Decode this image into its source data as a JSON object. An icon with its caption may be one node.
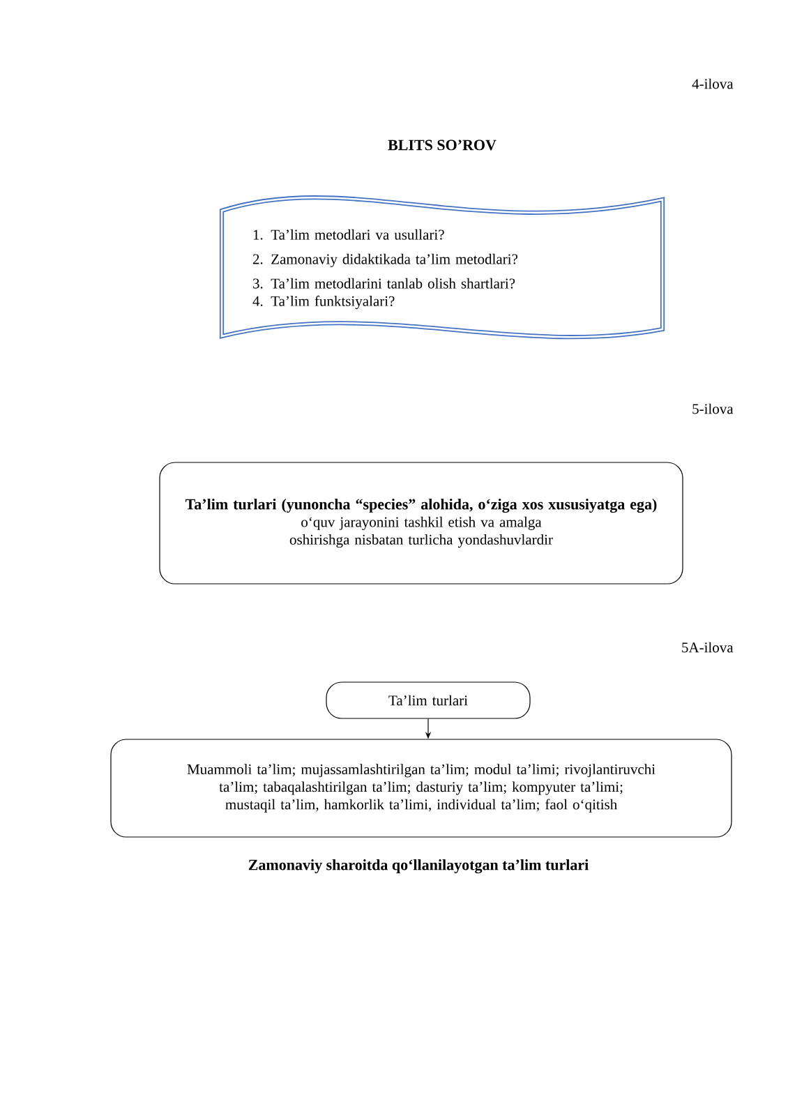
{
  "diagram": {
    "title": "BLITS SO’ROV",
    "caption": "Zamonaviy sharoitda qo‘llanilayotgan ta’lim turlari",
    "nodes": [
      {
        "text": [
          "1. Ta’lim metodlari va usullari?",
          "2. Zamonaviy didaktikada ta’lim metodlari?",
          "3. Ta’lim metodlarini tanlab olish shartlari?",
          "4. Ta’lim funktsiyalari?"
        ]
      },
      {
        "text": [
          "Ta’lim turlari (yunoncha “species” alohida, o‘ziga xos xususiyatga ega)",
          "o‘quv jarayonini tashkil etish va amalga oshirishga nisbatan turlicha yondashuvlardir"
        ]
      },
      {
        "text": [
          "Ta’lim turlari"
        ]
      },
      {
        "text": [
          "Muammoli ta’lim; mujassamlashtirilgan ta’lim; modul ta’limi; rivojlantiruvchi ta’lim; tabaqalashtirilgan ta’lim; dasturiy ta’lim; kompyuter ta’limi; mustaqil ta’lim, hamkorlik ta’limi, individual ta’lim; faol o‘qitish"
        ]
      }
    ],
    "edges": [
      {
        "from": 2,
        "to": 3,
        "arrow": "to"
      }
    ],
    "labels": [
      "4-ilova",
      "5-ilova",
      "5A-ilova"
    ]
  }
}
